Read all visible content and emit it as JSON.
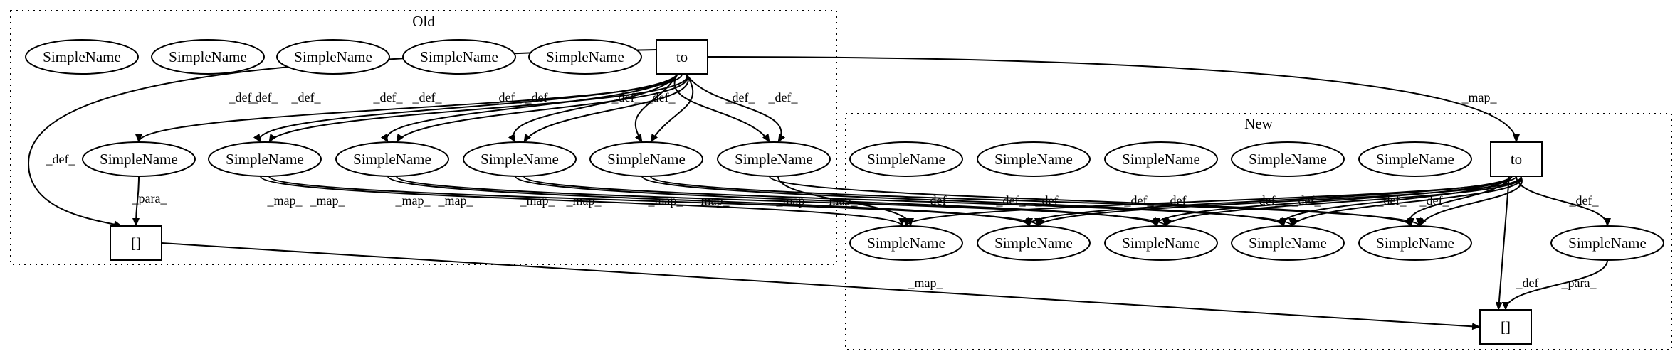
{
  "clusters": {
    "old": {
      "label": "Old"
    },
    "new": {
      "label": "New"
    }
  },
  "labels": {
    "simple": "SimpleName",
    "to": "to",
    "array": "[]",
    "def": "_def_",
    "map": "_map_",
    "para": "_para_"
  }
}
